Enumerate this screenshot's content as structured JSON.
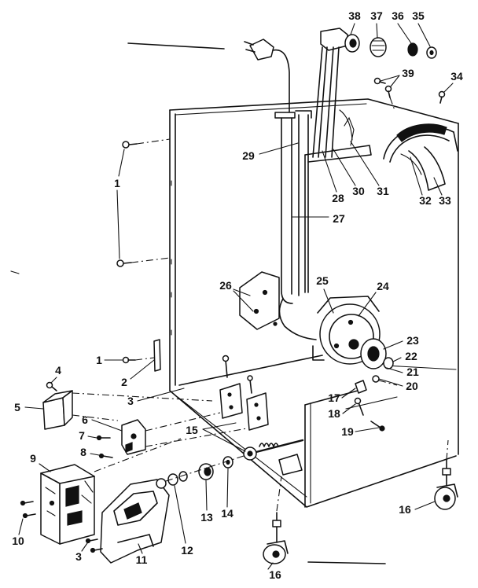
{
  "diagram": {
    "callouts": [
      "38",
      "37",
      "36",
      "35",
      "39",
      "34",
      "1",
      "29",
      "28",
      "30",
      "31",
      "32",
      "33",
      "27",
      "26",
      "25",
      "24",
      "23",
      "22",
      "21",
      "20",
      "17",
      "18",
      "19",
      "1",
      "2",
      "4",
      "3",
      "5",
      "6",
      "15",
      "7",
      "8",
      "9",
      "16",
      "10",
      "11",
      "12",
      "13",
      "14",
      "3",
      "16"
    ]
  }
}
